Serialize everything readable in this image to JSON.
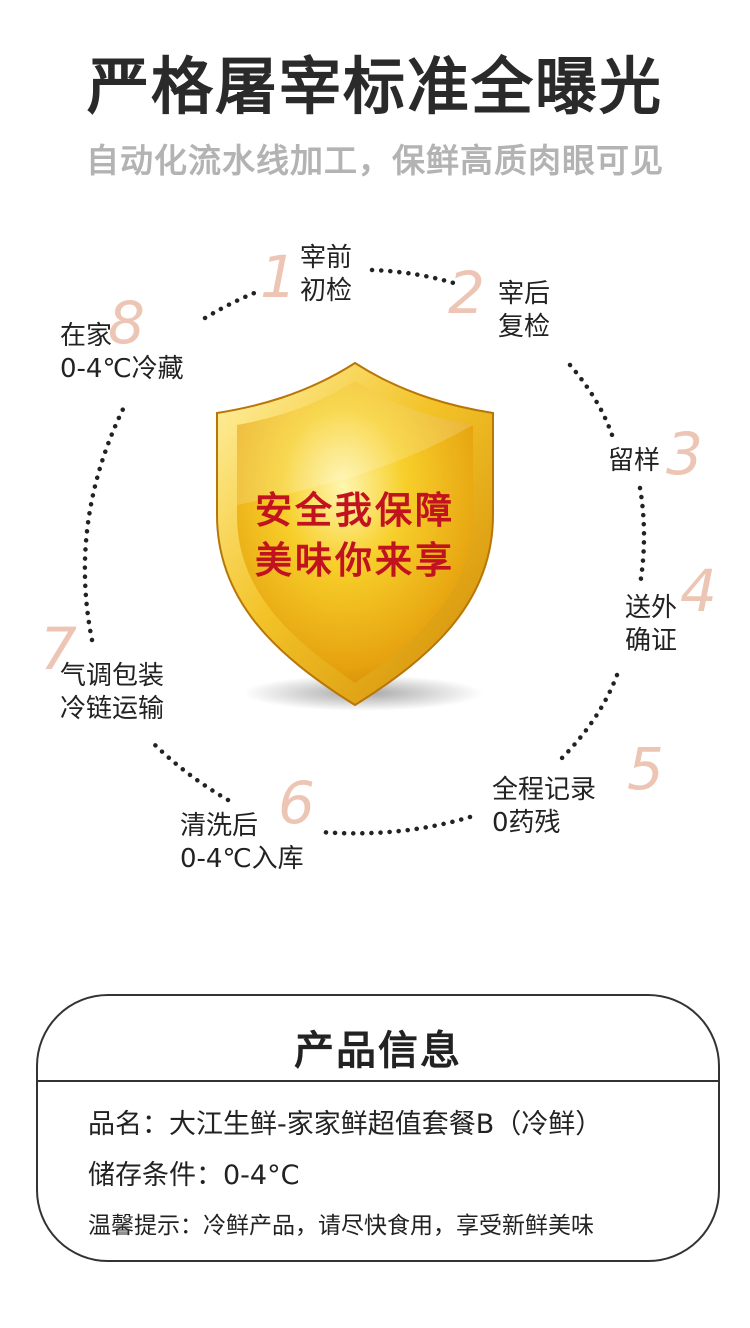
{
  "header": {
    "title": "严格屠宰标准全曝光",
    "subtitle": "自动化流水线加工，保鲜高质肉眼可见"
  },
  "shield": {
    "line1": "安全我保障",
    "line2": "美味你来享"
  },
  "steps": [
    {
      "num": "1",
      "label": "宰前\n初检"
    },
    {
      "num": "2",
      "label": "宰后\n复检"
    },
    {
      "num": "3",
      "label": "留样"
    },
    {
      "num": "4",
      "label": "送外\n确证"
    },
    {
      "num": "5",
      "label": "全程记录\n0药残"
    },
    {
      "num": "6",
      "label": "清洗后\n0-4℃入库"
    },
    {
      "num": "7",
      "label": "气调包装\n冷链运输"
    },
    {
      "num": "8",
      "label": "在家\n0-4℃冷藏"
    }
  ],
  "info": {
    "title": "产品信息",
    "name": "品名：大江生鲜-家家鲜超值套餐B（冷鲜）",
    "storage": "储存条件：0-4°C",
    "tip": "温馨提示：冷鲜产品，请尽快食用，享受新鲜美味"
  },
  "colors": {
    "number": "#edc5b5",
    "shield_gold": "#f2c21b",
    "shield_text": "#c1121f",
    "subtitle": "#b3b3b3"
  }
}
